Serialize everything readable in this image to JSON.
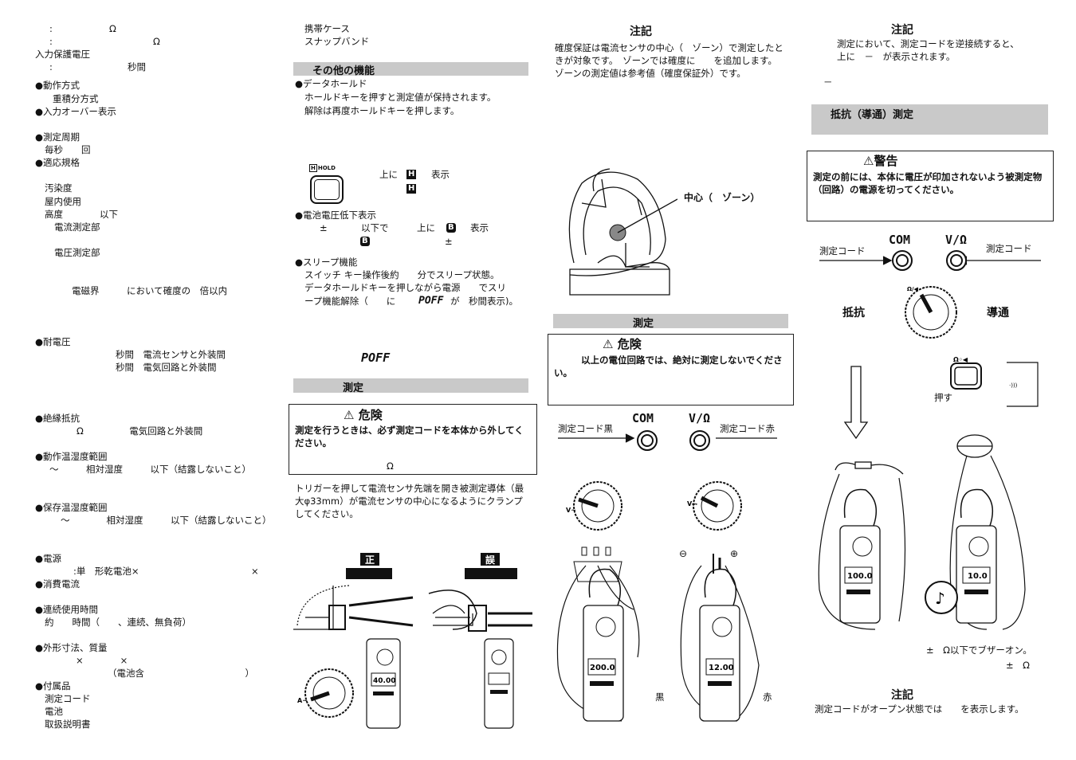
{
  "col1": {
    "spec_line1_colon": ":",
    "spec_line1_unit": "Ω",
    "spec_line2_colon": ":",
    "spec_line2_unit": "Ω",
    "input_protection": "入力保護電圧",
    "input_protection_colon": ":",
    "input_protection_seconds": "秒間",
    "operation_method": "●動作方式",
    "operation_method_value": "重積分方式",
    "input_over": "●入力オーバー表示",
    "measure_cycle": "●測定周期",
    "measure_cycle_value": "毎秒　　回",
    "standards": "●適応規格",
    "pollution": "汚染度",
    "indoor": "屋内使用",
    "altitude": "高度　　　　以下",
    "current_part": "電流測定部",
    "voltage_part": "電圧測定部",
    "em_field": "電磁界　　　において確度の　倍以内",
    "withstand": "●耐電圧",
    "withstand_1": "秒間　電流センサと外装間",
    "withstand_2": "秒間　電気回路と外装間",
    "insulation": "●絶縁抵抗",
    "insulation_value": "Ω　　　　　電気回路と外装間",
    "op_temp": "●動作温湿度範囲",
    "op_temp_value": "～　　　相対湿度　　　以下（結露しないこと）",
    "storage_temp": "●保存温湿度範囲",
    "storage_temp_value": "～　　　　相対湿度　　　以下（結露しないこと）",
    "power": "●電源",
    "power_value": ":単　形乾電池×",
    "power_x": "×",
    "consumption": "●消費電流",
    "continuous": "●連続使用時間",
    "continuous_value": "約　　時間（　　、連続、無負荷）",
    "dimensions": "●外形寸法、質量",
    "dim_x1": "×　　　　×",
    "dim_battery": "（電池含　　　　　　　　　　　）",
    "accessories": "●付属品",
    "acc_lead": "測定コード",
    "acc_battery": "電池",
    "acc_manual": "取扱説明書"
  },
  "col2": {
    "acc_case": "携帯ケース",
    "acc_band": "スナップバンド",
    "other_functions": "その他の機能",
    "data_hold": "●データホールド",
    "data_hold_desc1": "ホールドキーを押すと測定値が保持されます。",
    "data_hold_desc2": "解除は再度ホールドキーを押します。",
    "hold_key_label": "HOLD",
    "hold_display_pre": "上に",
    "hold_display_post": "表示",
    "hold_icon": "H",
    "battery_low": "●電池電圧低下表示",
    "battery_low_desc_pm": "±",
    "battery_low_desc": "以下で",
    "battery_low_top": "上に",
    "battery_low_show": "表示",
    "battery_pm2": "±",
    "battery_icon": "B",
    "sleep": "●スリープ機能",
    "sleep_desc1": "スイッチ キー操作後約　　分でスリープ状態。",
    "sleep_desc2": "データホールドキーを押しながら電源　　でスリ",
    "sleep_desc3a": "ープ機能解除（　　に",
    "sleep_desc3b": "が　秒間表示)。",
    "poff": "POFF",
    "measure_bar": "測定",
    "danger_title": "危険",
    "danger_text": "測定を行うときは、必ず測定コードを本体から外してください。",
    "danger_ohm": "Ω",
    "trigger_text": "トリガーを押して電流センサ先端を開き被測定導体（最大φ33mm）が電流センサの中心になるようにクランプしてください。",
    "correct": "正",
    "wrong": "誤",
    "lcd_a": "40.00",
    "dial_mark": "A~"
  },
  "col3": {
    "note_title": "注記",
    "note_text": "確度保証は電流センサの中心（　ゾーン）で測定したときが対象です。　ゾーンでは確度に　　を追加します。　ゾーンの測定値は参考値（確度保証外）です。",
    "center_zone": "中心（　ゾーン）",
    "measure_bar": "測定",
    "danger_title": "危険",
    "danger_text": "以上の電位回路では、絶対に測定しないでください。",
    "lead_black": "測定コード黒",
    "lead_red": "測定コード赤",
    "com": "COM",
    "vohm": "V/Ω",
    "black": "黒",
    "red": "赤",
    "minus": "⊖",
    "plus": "⊕",
    "lcd_ac": "200.0",
    "lcd_dc": "12.00",
    "dial_ac": "V~",
    "dial_dc": "V⎓"
  },
  "col4": {
    "note_title": "注記",
    "note_text1": "測定において、測定コードを逆接続すると、",
    "note_text2": "上に　－　が表示されます。",
    "minus_sign": "－",
    "resist_bar": "抵抗（導通）測定",
    "warning_title": "警告",
    "warning_text": "測定の前には、本体に電圧が印加されないよう被測定物（回路）の電源を切ってください。",
    "lead_left": "測定コード",
    "lead_right": "測定コード",
    "com": "COM",
    "vohm": "V/Ω",
    "resistance": "抵抗",
    "continuity": "導通",
    "press": "押す",
    "dial_mark": "Ω/◀",
    "key_mark": "Ω◦◀",
    "lcd_r": "100.0",
    "lcd_c": "10.0",
    "buzzer": "±　Ω以下でブザーオン。",
    "buzzer2": "±　Ω",
    "note2_title": "注記",
    "note2_text": "測定コードがオープン状態では　　を表示します。"
  }
}
